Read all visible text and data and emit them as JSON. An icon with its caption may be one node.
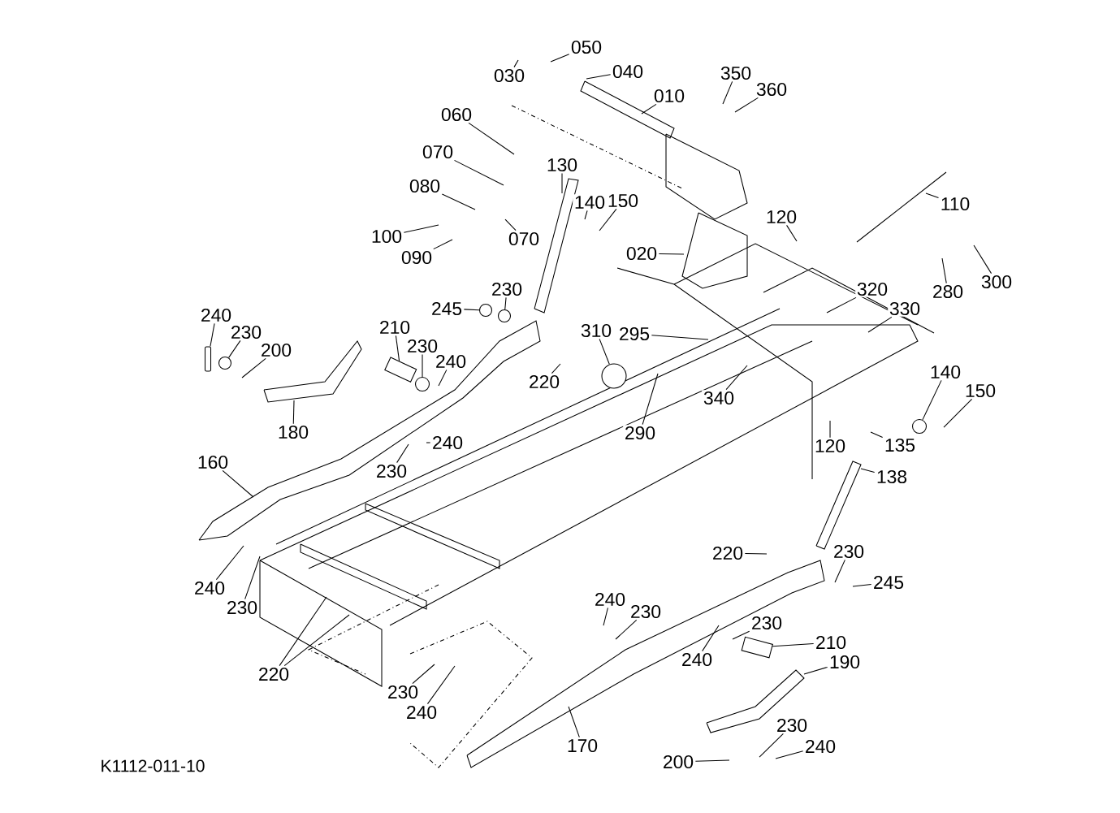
{
  "diagram": {
    "nodes": [
      {
        "text": [
          "030"
        ]
      },
      {
        "text": [
          "050"
        ]
      },
      {
        "text": [
          "040"
        ]
      },
      {
        "text": [
          "010"
        ]
      },
      {
        "text": [
          "350"
        ]
      },
      {
        "text": [
          "360"
        ]
      },
      {
        "text": [
          "060"
        ]
      },
      {
        "text": [
          "070"
        ]
      },
      {
        "text": [
          "080"
        ]
      },
      {
        "text": [
          "100"
        ]
      },
      {
        "text": [
          "090"
        ]
      },
      {
        "text": [
          "070"
        ]
      },
      {
        "text": [
          "130"
        ]
      },
      {
        "text": [
          "140"
        ]
      },
      {
        "text": [
          "150"
        ]
      },
      {
        "text": [
          "020"
        ]
      },
      {
        "text": [
          "120"
        ]
      },
      {
        "text": [
          "110"
        ]
      },
      {
        "text": [
          "280"
        ]
      },
      {
        "text": [
          "300"
        ]
      },
      {
        "text": [
          "320"
        ]
      },
      {
        "text": [
          "330"
        ]
      },
      {
        "text": [
          "295"
        ]
      },
      {
        "text": [
          "310"
        ]
      },
      {
        "text": [
          "290"
        ]
      },
      {
        "text": [
          "340"
        ]
      },
      {
        "text": [
          "245"
        ]
      },
      {
        "text": [
          "230"
        ]
      },
      {
        "text": [
          "240"
        ]
      },
      {
        "text": [
          "230"
        ]
      },
      {
        "text": [
          "200"
        ]
      },
      {
        "text": [
          "210"
        ]
      },
      {
        "text": [
          "230"
        ]
      },
      {
        "text": [
          "240"
        ]
      },
      {
        "text": [
          "180"
        ]
      },
      {
        "text": [
          "220"
        ]
      },
      {
        "text": [
          "240"
        ]
      },
      {
        "text": [
          "230"
        ]
      },
      {
        "text": [
          "160"
        ]
      },
      {
        "text": [
          "120"
        ]
      },
      {
        "text": [
          "140"
        ]
      },
      {
        "text": [
          "150"
        ]
      },
      {
        "text": [
          "135"
        ]
      },
      {
        "text": [
          "138"
        ]
      },
      {
        "text": [
          "220"
        ]
      },
      {
        "text": [
          "230"
        ]
      },
      {
        "text": [
          "245"
        ]
      },
      {
        "text": [
          "240"
        ]
      },
      {
        "text": [
          "230"
        ]
      },
      {
        "text": [
          "220"
        ]
      },
      {
        "text": [
          "230"
        ]
      },
      {
        "text": [
          "240"
        ]
      },
      {
        "text": [
          "240"
        ]
      },
      {
        "text": [
          "230"
        ]
      },
      {
        "text": [
          "240"
        ]
      },
      {
        "text": [
          "230"
        ]
      },
      {
        "text": [
          "210"
        ]
      },
      {
        "text": [
          "190"
        ]
      },
      {
        "text": [
          "170"
        ]
      },
      {
        "text": [
          "200"
        ]
      },
      {
        "text": [
          "230"
        ]
      },
      {
        "text": [
          "240"
        ]
      },
      {
        "text": [],
        "shape": "circle"
      },
      {
        "text": [],
        "shape": "circle"
      },
      {
        "text": [],
        "shape": "bar"
      },
      {
        "text": [],
        "shape": "cylinder"
      },
      {
        "text": [],
        "shape": "circle"
      },
      {
        "text": [],
        "shape": "circle"
      },
      {
        "text": [],
        "shape": "cylinder"
      },
      {
        "text": [],
        "shape": "circle"
      },
      {
        "text": [],
        "shape": "circle"
      }
    ],
    "edges": [
      {
        "from": 0,
        "to": null,
        "arrow": "none"
      },
      {
        "from": 1,
        "to": null,
        "arrow": "none"
      },
      {
        "from": 2,
        "to": null,
        "arrow": "none"
      },
      {
        "from": 3,
        "to": null,
        "arrow": "none"
      },
      {
        "from": 4,
        "to": null,
        "arrow": "none"
      },
      {
        "from": 5,
        "to": null,
        "arrow": "none"
      },
      {
        "from": 6,
        "to": null,
        "arrow": "none"
      },
      {
        "from": 7,
        "to": null,
        "arrow": "none"
      },
      {
        "from": 8,
        "to": null,
        "arrow": "none"
      },
      {
        "from": 9,
        "to": null,
        "arrow": "none"
      },
      {
        "from": 10,
        "to": null,
        "arrow": "none"
      },
      {
        "from": 11,
        "to": null,
        "arrow": "none"
      },
      {
        "from": 12,
        "to": null,
        "arrow": "none"
      },
      {
        "from": 13,
        "to": null,
        "arrow": "none"
      },
      {
        "from": 14,
        "to": null,
        "arrow": "none"
      },
      {
        "from": 15,
        "to": null,
        "arrow": "none"
      },
      {
        "from": 16,
        "to": null,
        "arrow": "none"
      },
      {
        "from": 17,
        "to": null,
        "arrow": "none"
      },
      {
        "from": 18,
        "to": null,
        "arrow": "none"
      },
      {
        "from": 19,
        "to": null,
        "arrow": "none"
      },
      {
        "from": 20,
        "to": null,
        "arrow": "none"
      },
      {
        "from": 21,
        "to": null,
        "arrow": "none"
      },
      {
        "from": 22,
        "to": null,
        "arrow": "none"
      },
      {
        "from": 23,
        "to": 62,
        "arrow": "none"
      },
      {
        "from": 24,
        "to": null,
        "arrow": "none"
      },
      {
        "from": 25,
        "to": null,
        "arrow": "none"
      },
      {
        "from": 26,
        "to": 63,
        "arrow": "none"
      },
      {
        "from": 27,
        "to": 69,
        "arrow": "none"
      },
      {
        "from": 28,
        "to": 64,
        "arrow": "none"
      },
      {
        "from": 29,
        "to": 70,
        "arrow": "none"
      },
      {
        "from": 30,
        "to": null,
        "arrow": "none"
      },
      {
        "from": 31,
        "to": 65,
        "arrow": "none"
      },
      {
        "from": 32,
        "to": 66,
        "arrow": "none"
      },
      {
        "from": 33,
        "to": null,
        "arrow": "none"
      },
      {
        "from": 34,
        "to": null,
        "arrow": "none"
      },
      {
        "from": 35,
        "to": null,
        "arrow": "none"
      },
      {
        "from": 36,
        "to": null,
        "arrow": "none"
      },
      {
        "from": 37,
        "to": null,
        "arrow": "none"
      },
      {
        "from": 38,
        "to": null,
        "arrow": "none"
      },
      {
        "from": 39,
        "to": null,
        "arrow": "none"
      },
      {
        "from": 40,
        "to": 67,
        "arrow": "none"
      },
      {
        "from": 41,
        "to": null,
        "arrow": "none"
      },
      {
        "from": 42,
        "to": null,
        "arrow": "none"
      },
      {
        "from": 43,
        "to": null,
        "arrow": "none"
      },
      {
        "from": 44,
        "to": null,
        "arrow": "none"
      },
      {
        "from": 45,
        "to": null,
        "arrow": "none"
      },
      {
        "from": 46,
        "to": null,
        "arrow": "none"
      },
      {
        "from": 47,
        "to": null,
        "arrow": "none"
      },
      {
        "from": 48,
        "to": null,
        "arrow": "none"
      },
      {
        "from": 49,
        "to": null,
        "arrow": "none"
      },
      {
        "from": 49,
        "to": null,
        "arrow": "none"
      },
      {
        "from": 50,
        "to": null,
        "arrow": "none"
      },
      {
        "from": 51,
        "to": null,
        "arrow": "none"
      },
      {
        "from": 52,
        "to": null,
        "arrow": "none"
      },
      {
        "from": 53,
        "to": null,
        "arrow": "none"
      },
      {
        "from": 54,
        "to": null,
        "arrow": "none"
      },
      {
        "from": 55,
        "to": null,
        "arrow": "none"
      },
      {
        "from": 56,
        "to": 68,
        "arrow": "none"
      },
      {
        "from": 57,
        "to": null,
        "arrow": "none"
      },
      {
        "from": 58,
        "to": null,
        "arrow": "none"
      },
      {
        "from": 59,
        "to": null,
        "arrow": "none"
      },
      {
        "from": 60,
        "to": null,
        "arrow": "none"
      },
      {
        "from": 61,
        "to": null,
        "arrow": "none"
      }
    ],
    "labels": [
      "K1112-011-10"
    ]
  }
}
